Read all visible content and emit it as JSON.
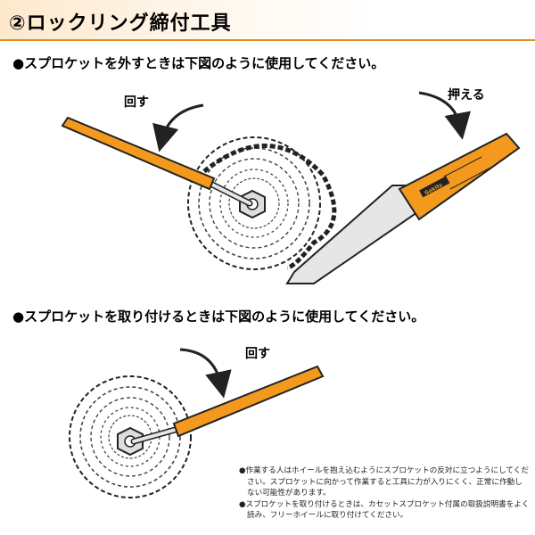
{
  "title": "②ロックリング締付工具",
  "section1": {
    "heading": "●スプロケットを外すときは下図のように使用してください。",
    "label_rotate": "回す",
    "label_hold": "押える",
    "handle_brand": "Gokits"
  },
  "section2": {
    "heading": "●スプロケットを取り付けるときは下図のように使用してください。",
    "label_rotate": "回す"
  },
  "notes": [
    "●作業する人はホイールを抱え込むようにスプロケットの反対に立つようにしてください。スプロケットに向かって作業すると工具に力が入りにくく、正常に作動しない可能性があります。",
    "●スプロケットを取り付けるときは、カセットスプロケット付属の取扱説明書をよく読み、フリーホイールに取り付けてください。"
  ],
  "colors": {
    "accent_orange": "#f39a1e",
    "outline": "#222222",
    "steel": "#e6e6e6"
  }
}
